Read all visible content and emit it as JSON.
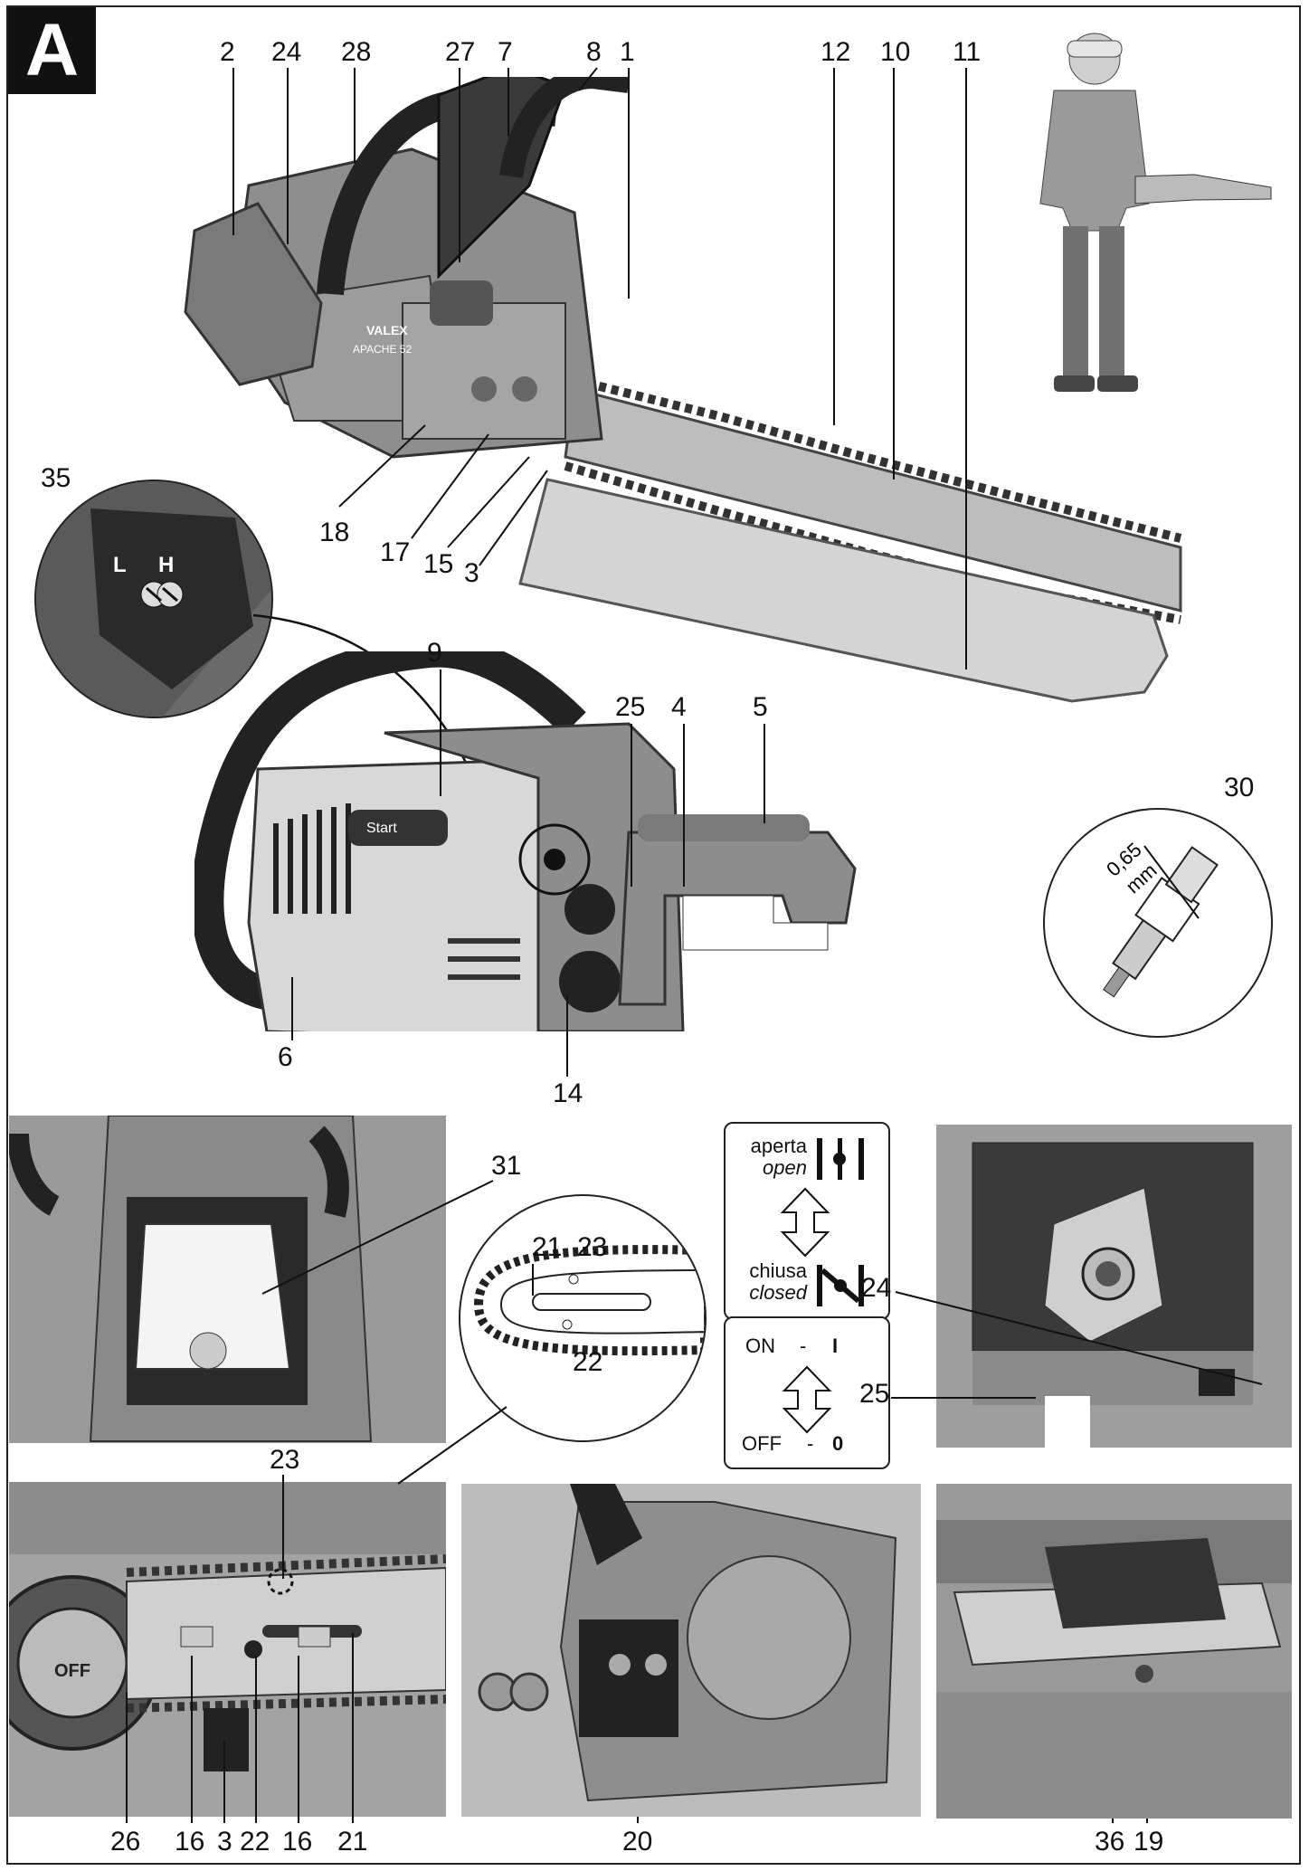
{
  "section_letter": "A",
  "callouts": {
    "top_row": [
      "2",
      "24",
      "28",
      "27",
      "7",
      "8",
      "1",
      "12",
      "10",
      "11"
    ],
    "saw_left": [
      "18",
      "17",
      "15",
      "3"
    ],
    "detail_35": "35",
    "detail_35_labels": [
      "L",
      "H"
    ],
    "side_view": [
      "9",
      "25",
      "4",
      "5",
      "6",
      "14"
    ],
    "plug_detail": "30",
    "plug_gap_value": "0,65",
    "plug_gap_unit": "mm",
    "filter_photo": "31",
    "chain_detail": [
      "21",
      "23",
      "22"
    ],
    "choke": {
      "label": "24",
      "open_it": "aperta",
      "open_en": "open",
      "closed_it": "chiusa",
      "closed_en": "closed"
    },
    "switch": {
      "label": "25",
      "on_text": "ON",
      "on_symbol": "I",
      "off_text": "OFF",
      "off_symbol": "0",
      "dash": "-"
    },
    "bar_photo_top": "23",
    "bar_photo_bottom": [
      "26",
      "16",
      "3",
      "22",
      "16",
      "21"
    ],
    "cover_photo": "20",
    "clutch_photo": [
      "36",
      "19"
    ]
  },
  "photo_texts": {
    "brand": "VALEX",
    "model": "APACHE 52",
    "start": "Start",
    "off": "OFF"
  }
}
